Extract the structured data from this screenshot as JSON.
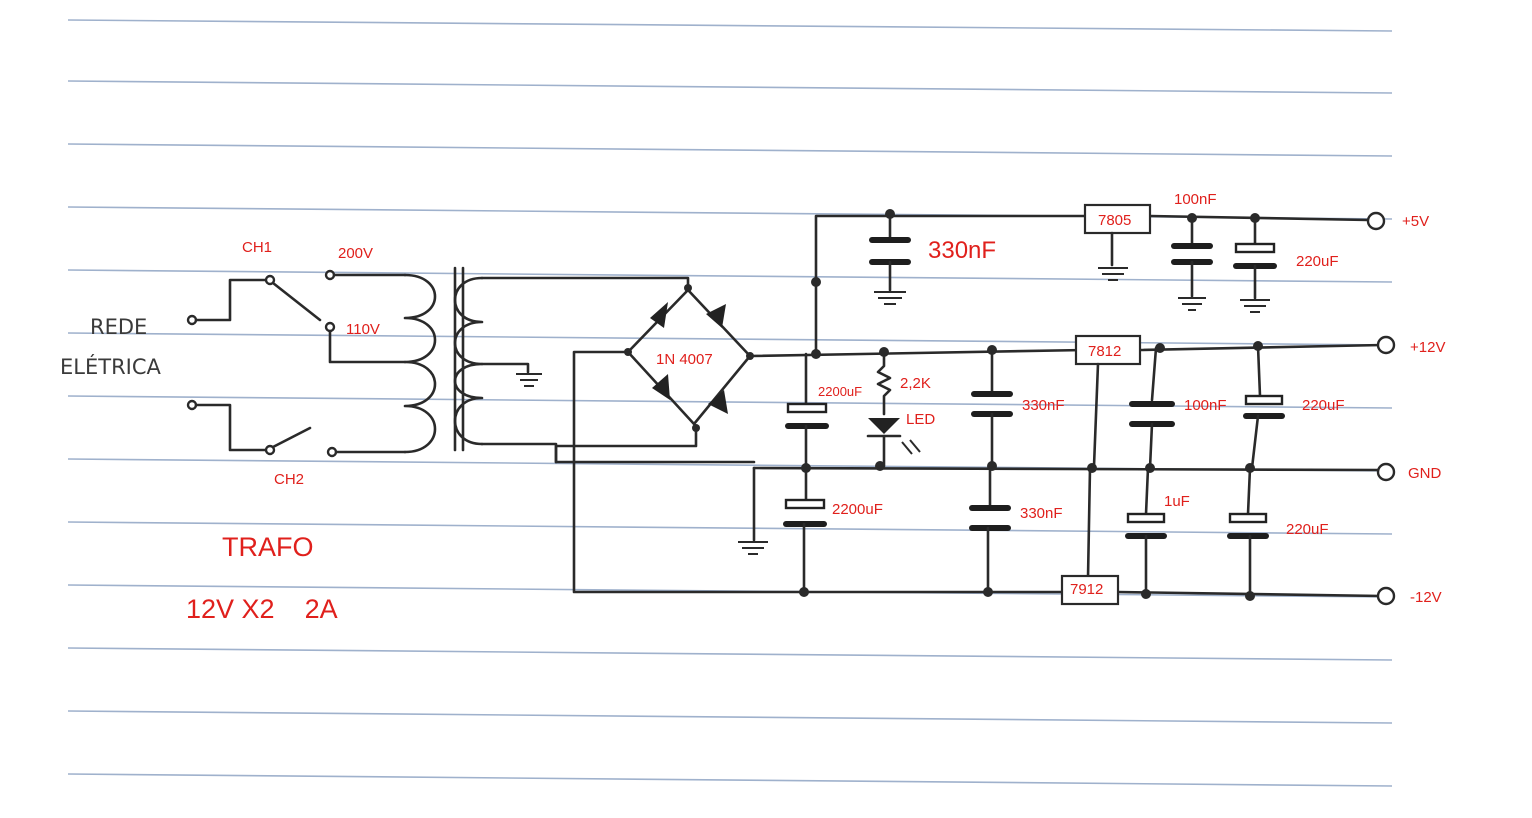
{
  "mains": {
    "line1": "REDE",
    "line2": "ELÉTRICA"
  },
  "switches": {
    "ch1": "CH1",
    "ch2": "CH2"
  },
  "taps": {
    "v200": "200V",
    "v110": "110V"
  },
  "bridge": {
    "label": "1N 4007"
  },
  "components": {
    "c_330nF_big": "330nF",
    "c_100nF_5v": "100nF",
    "c_220uF_5v": "220uF",
    "c_2200uF_top": "2200uF",
    "r_2k2": "2,2K",
    "led": "LED",
    "c_330nF_pos": "330nF",
    "c_100nF_12v": "100nF",
    "c_220uF_pos": "220uF",
    "c_2200uF_bot": "2200uF",
    "c_330nF_neg": "330nF",
    "c_1uF": "1uF",
    "c_220uF_neg": "220uF"
  },
  "regulators": {
    "r7805": "7805",
    "r7812": "7812",
    "r7912": "7912"
  },
  "outputs": {
    "p5": "+5V",
    "p12": "+12V",
    "gnd": "GND",
    "n12": "-12V"
  },
  "transformer": {
    "title": "TRAFO",
    "spec": "12V X2    2A"
  }
}
